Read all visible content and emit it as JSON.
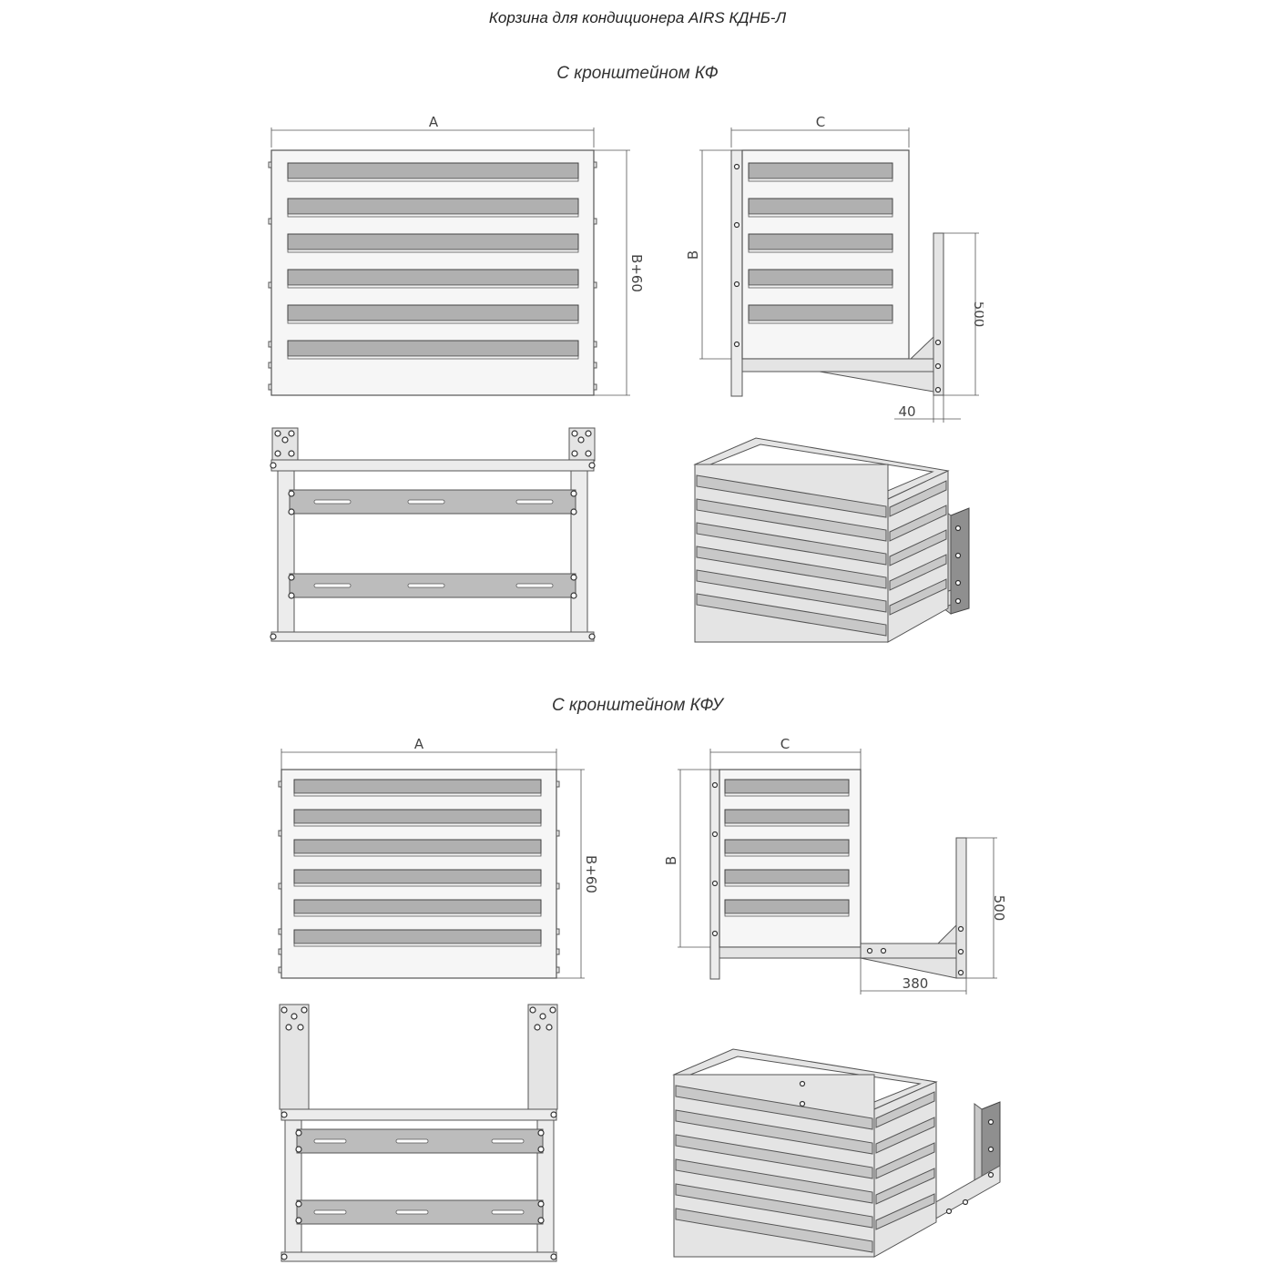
{
  "sheet": {
    "title": "Корзина для кондиционера AIRS КДНБ-Л"
  },
  "sections": [
    {
      "heading": "С кронштейном КФ",
      "front": {
        "width_label": "A",
        "height_label": "B+60"
      },
      "side": {
        "depth_label": "C",
        "height_label": "B",
        "bracket_height": "500",
        "bracket_offset": "40"
      }
    },
    {
      "heading": "С кронштейном КФУ",
      "front": {
        "width_label": "A",
        "height_label": "B+60"
      },
      "side": {
        "depth_label": "C",
        "height_label": "B",
        "bracket_height": "500",
        "bracket_offset": "380"
      }
    }
  ],
  "colors": {
    "line": "#555555",
    "slat": "#b0b0b0",
    "frame": "#f6f6f6",
    "bracket": "#8f8f8f"
  }
}
